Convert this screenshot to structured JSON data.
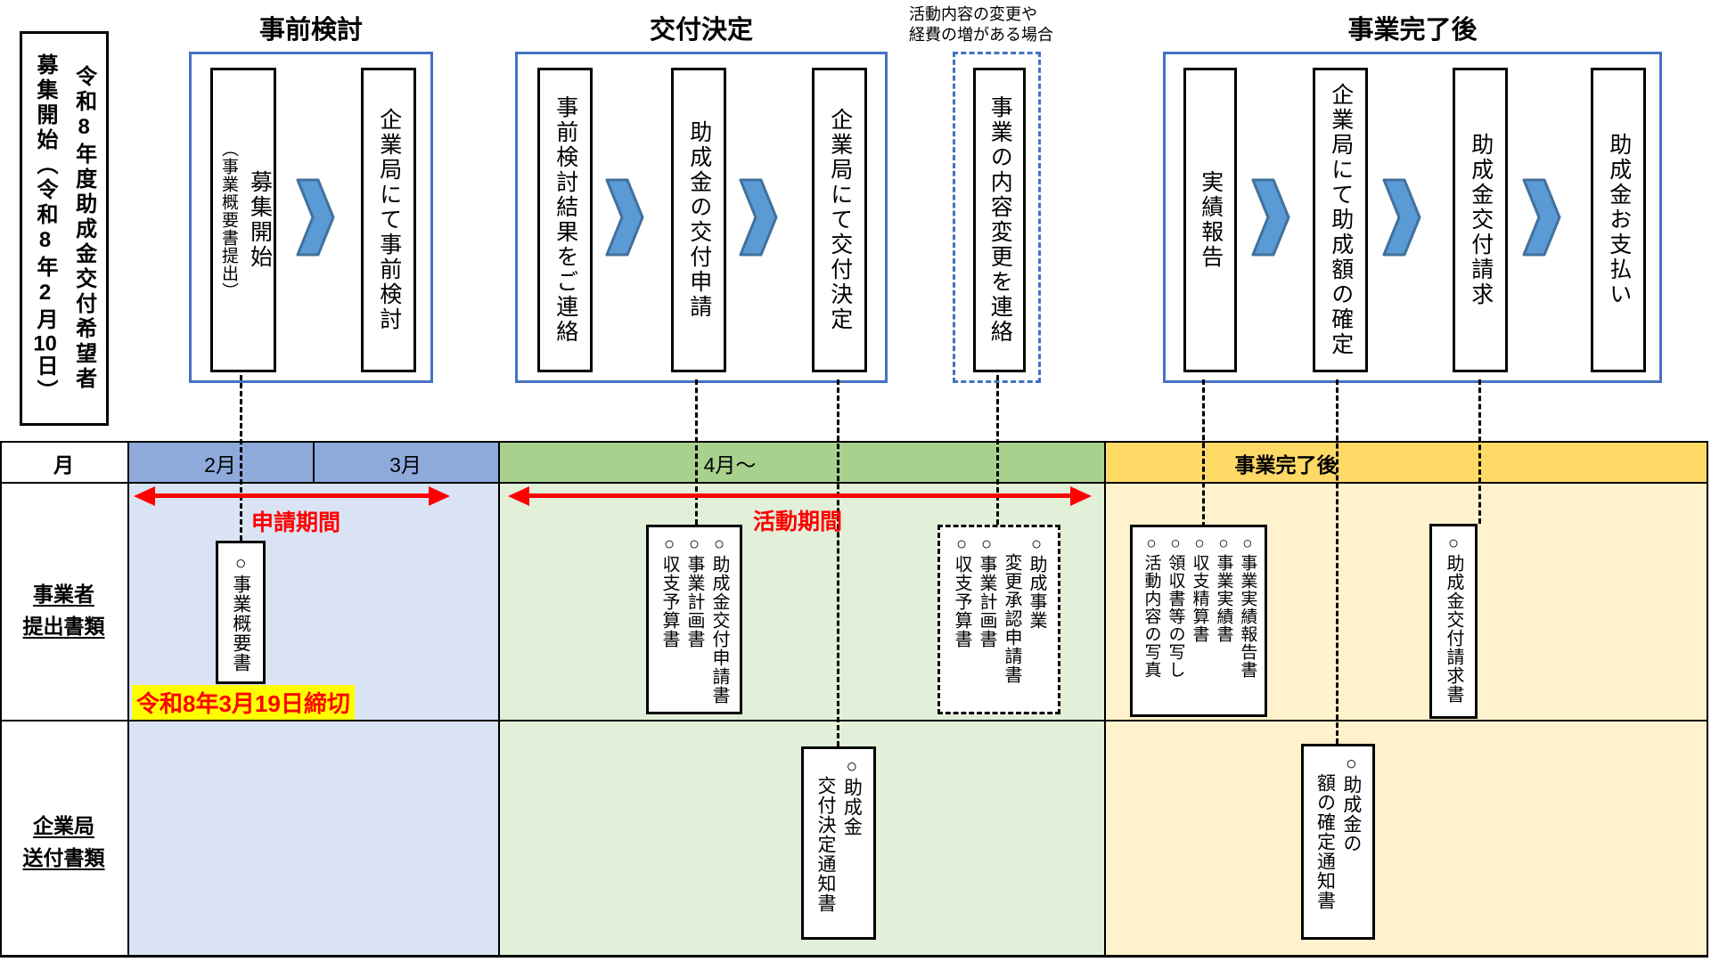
{
  "intro": {
    "col1": "令和8年度助成金交付希望者",
    "col2_pre": "募集開始（令和8年2月",
    "col2_num": "10",
    "col2_post": "日）"
  },
  "flow": {
    "sec1": {
      "title": "事前検討",
      "box1_main": "募集開始",
      "box1_sub": "（事業概要書提出）",
      "box2": "企業局にて事前検討"
    },
    "sec2": {
      "title": "交付決定",
      "box1": "事前検討結果をご連絡",
      "box2": "助成金の交付申請",
      "box3": "企業局にて交付決定"
    },
    "change": {
      "note": "活動内容の変更や\n経費の増がある場合",
      "box": "事業の内容変更を連絡"
    },
    "sec3": {
      "title": "事業完了後",
      "box1": "実績報告",
      "box2": "企業局にて助成額の確定",
      "box3": "助成金交付請求",
      "box4": "助成金お支払い"
    }
  },
  "table": {
    "month_header": "月",
    "col_feb": "2月",
    "col_mar": "3月",
    "col_apr": "4月～",
    "col_after": "事業完了後",
    "row1_label": "事業者\n提出書類",
    "row2_label": "企業局\n送付書類",
    "application_period": "申請期間",
    "activity_period": "活動期間",
    "deadline": "令和8年3月19日締切"
  },
  "documents": {
    "business_overview": "○事業概要書",
    "grant_application_set": "○助成金交付申請書\n○事業計画書\n○収支予算書",
    "change_approval_set": "○助成事業\n　変更承認申請書\n○事業計画書\n○収支予算書",
    "performance_report_set": "○事業実績報告書\n○事業実績書\n○収支精算書\n○領収書等の写し\n○活動内容の写真",
    "payment_request": "○助成金交付請求書",
    "grant_decision_notice": "○助成金\n　交付決定通知書",
    "amount_confirmation_notice": "○助成金の\n　額の確定通知書"
  },
  "colors": {
    "frame_blue": "#4472C4",
    "chevron_fill": "#5B9BD5",
    "chevron_stroke": "#41719C",
    "header_blue": "#8EAADB",
    "body_blue": "#DAE3F3",
    "header_green": "#A9D18E",
    "body_green": "#E2EFD9",
    "header_gold": "#FFD966",
    "body_gold": "#FFF2CC",
    "period_red": "#FF0000",
    "deadline_bg": "#FFFF00"
  }
}
